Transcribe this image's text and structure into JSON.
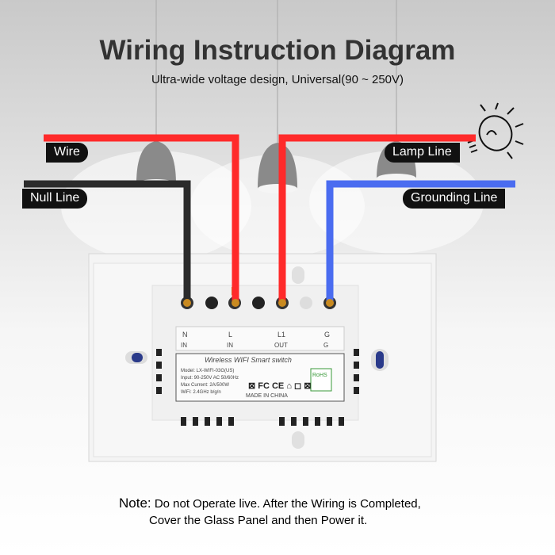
{
  "title": "Wiring Instruction Diagram",
  "subtitle": "Ultra-wide voltage design, Universal(90 ~ 250V)",
  "labels": {
    "wire": "Wire",
    "null_line": "Null Line",
    "lamp_line": "Lamp Line",
    "grounding_line": "Grounding Line"
  },
  "terminals": [
    {
      "symbol": "N",
      "name": "IN"
    },
    {
      "symbol": "L",
      "name": "IN"
    },
    {
      "symbol": "L1",
      "name": "OUT"
    },
    {
      "symbol": "G",
      "name": "G"
    }
  ],
  "sticker": {
    "heading": "Wireless WIFI Smart switch",
    "model": "Model: LX-WIFI-03G(US)",
    "input": "Input: 90-250V AC 50/60Hz",
    "current": "Max Current: 2A/500W",
    "wifi": "WiFi: 2.4GHz b/g/n",
    "made_in": "MADE IN CHINA",
    "rohs": "RoHS"
  },
  "note": {
    "head": "Note:",
    "line1": "Do not Operate live. After the Wiring is Completed,",
    "line2": "Cover the Glass Panel and then Power it."
  },
  "colors": {
    "live": "#ff2a2a",
    "neutral": "#2b2b2b",
    "ground": "#4a6cf0",
    "label_bg": "#111111"
  }
}
